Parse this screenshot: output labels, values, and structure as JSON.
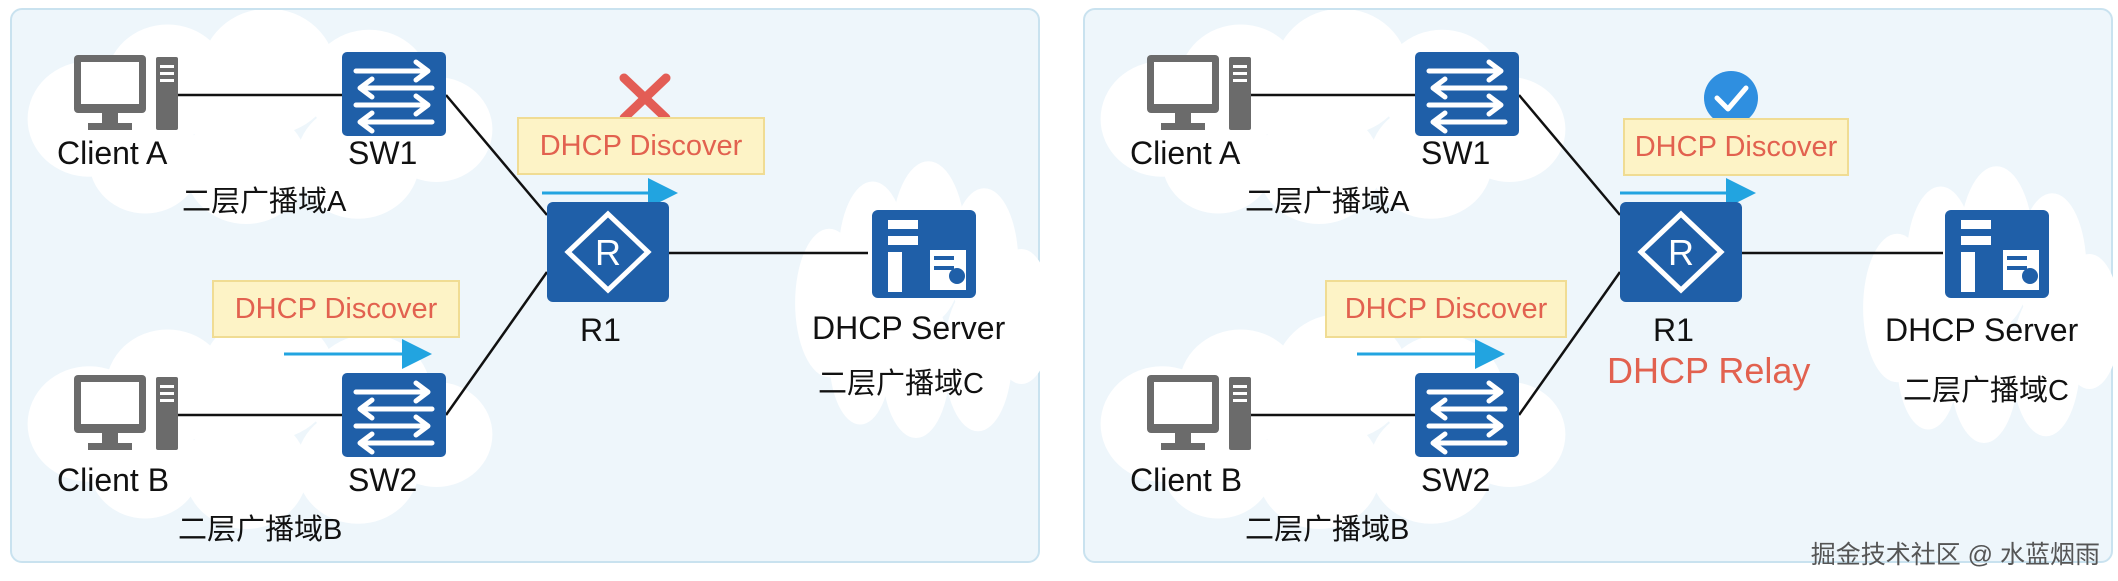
{
  "colors": {
    "accent_blue": "#1f5fa8",
    "message_red": "#e2614f",
    "arrow_blue": "#22a4e0",
    "cloud_fill": "#ffffff",
    "panel_bg": "#eef6fb",
    "fail_mark": "#e35d55",
    "success_mark": "#2f8fe0"
  },
  "icons": {
    "client": "pc-icon",
    "switch": "switch-icon",
    "router": "router-icon",
    "server": "dhcp-server-icon",
    "fail": "red-x-icon",
    "success": "blue-check-icon"
  },
  "left": {
    "client_a": "Client A",
    "client_b": "Client B",
    "sw1": "SW1",
    "sw2": "SW2",
    "r1": "R1",
    "server": "DHCP Server",
    "domain_a": "二层广播域A",
    "domain_b": "二层广播域B",
    "domain_c": "二层广播域C",
    "msg_top": "DHCP Discover",
    "msg_bottom": "DHCP Discover"
  },
  "right": {
    "client_a": "Client A",
    "client_b": "Client B",
    "sw1": "SW1",
    "sw2": "SW2",
    "r1": "R1",
    "relay": "DHCP Relay",
    "server": "DHCP Server",
    "domain_a": "二层广播域A",
    "domain_b": "二层广播域B",
    "domain_c": "二层广播域C",
    "msg_top": "DHCP Discover",
    "msg_bottom": "DHCP Discover"
  },
  "watermark": "掘金技术社区 @ 水蓝烟雨"
}
